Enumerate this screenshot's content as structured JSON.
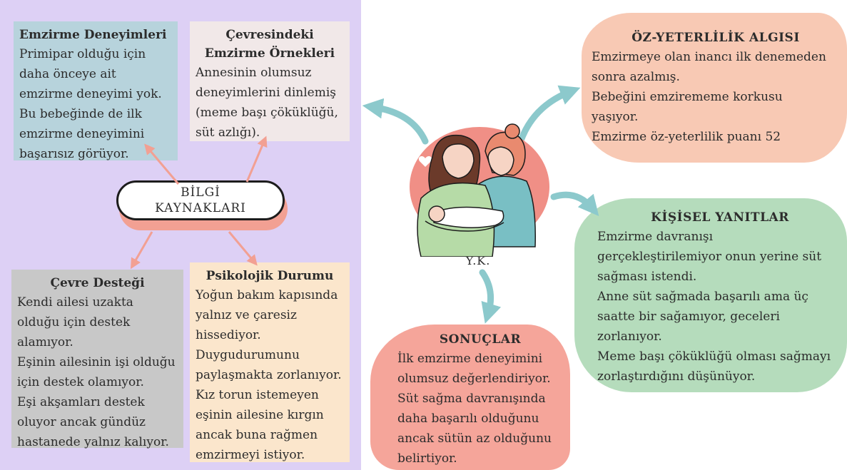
{
  "center": {
    "title_line1": "BİLGİ",
    "title_line2": "KAYNAKLARI",
    "patient": "Y.K."
  },
  "boxes": {
    "deneyim": {
      "title": "Emzirme Deneyimleri",
      "lines": [
        "Primipar olduğu için",
        "daha önceye ait",
        "emzirme deneyimi yok.",
        "Bu bebeğinde de ilk",
        "emzirme deneyimini",
        "başarısız görüyor."
      ]
    },
    "ornek": {
      "title_line1": "Çevresindeki",
      "title_line2": "Emzirme Örnekleri",
      "lines": [
        "Annesinin olumsuz",
        "deneyimlerini dinlemiş",
        "(meme başı çöküklüğü,",
        "süt azlığı)."
      ]
    },
    "cevre": {
      "title": "Çevre Desteği",
      "lines": [
        "Kendi ailesi uzakta",
        "olduğu için destek",
        "alamıyor.",
        "Eşinin ailesinin işi olduğu",
        "için destek olamıyor.",
        "Eşi akşamları destek",
        "oluyor ancak gündüz",
        "hastanede yalnız kalıyor."
      ]
    },
    "psiko": {
      "title": "Psikolojik Durumu",
      "lines": [
        "Yoğun bakım kapısında",
        "yalnız ve çaresiz",
        "hissediyor.",
        "Duygudurumunu",
        "paylaşmakta zorlanıyor.",
        "Kız torun istemeyen",
        "eşinin ailesine kırgın",
        "ancak buna rağmen",
        "emzirmeyi istiyor."
      ]
    }
  },
  "blobs": {
    "oz": {
      "title": "ÖZ-YETERLİLİK ALGISI",
      "lines": [
        "Emzirmeye olan inancı ilk denemeden",
        "sonra azalmış.",
        "Bebeğini emzirememe korkusu",
        "yaşıyor.",
        "Emzirme öz-yeterlilik puanı 52"
      ]
    },
    "kisi": {
      "title": "KİŞİSEL YANITLAR",
      "lines": [
        "Emzirme davranışı",
        "gerçekleştirilemiyor onun yerine süt",
        "sağması istendi.",
        "Anne süt sağmada başarılı ama üç",
        "saatte bir sağamıyor, geceleri",
        "zorlanıyor.",
        "Meme başı çöküklüğü olması sağmayı",
        "zorlaştırdığını düşünüyor."
      ]
    },
    "son": {
      "title": "SONUÇLAR",
      "lines": [
        "İlk emzirme deneyimini",
        "olumsuz değerlendiriyor.",
        "Süt sağma davranışında",
        "daha başarılı olduğunu",
        "ancak sütün az olduğunu",
        "belirtiyor."
      ]
    }
  },
  "colors": {
    "panel": "#ddd0f5",
    "salmon_arrow": "#f2a093",
    "teal_arrow": "#8cc9cc"
  },
  "icons": [
    "mother-nurse-illustration",
    "heart-icon"
  ]
}
